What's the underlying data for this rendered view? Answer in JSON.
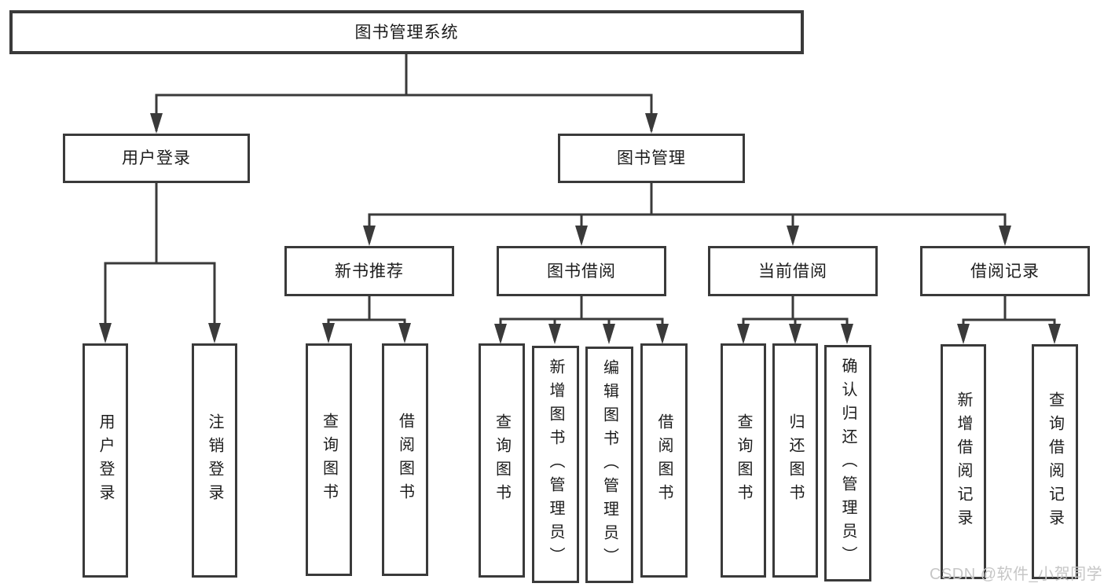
{
  "diagram_title": "图书管理系统",
  "tree": {
    "label": "图书管理系统",
    "children": [
      {
        "label": "用户登录",
        "children": [
          {
            "label": "用户登录"
          },
          {
            "label": "注销登录"
          }
        ]
      },
      {
        "label": "图书管理",
        "children": [
          {
            "label": "新书推荐",
            "children": [
              {
                "label": "查询图书"
              },
              {
                "label": "借阅图书"
              }
            ]
          },
          {
            "label": "图书借阅",
            "children": [
              {
                "label": "查询图书"
              },
              {
                "label": "新增图书（管理员）"
              },
              {
                "label": "编辑图书（管理员）"
              },
              {
                "label": "借阅图书"
              }
            ]
          },
          {
            "label": "当前借阅",
            "children": [
              {
                "label": "查询图书"
              },
              {
                "label": "归还图书"
              },
              {
                "label": "确认归还（管理员）"
              }
            ]
          },
          {
            "label": "借阅记录",
            "children": [
              {
                "label": "新增借阅记录"
              },
              {
                "label": "查询借阅记录"
              }
            ]
          }
        ]
      }
    ]
  },
  "watermark": {
    "text": "CSDN @软件_小贺同学"
  },
  "colors": {
    "line": "#3a3a3a",
    "box_border": "#3a3a3a",
    "text": "#1c1c1c",
    "background": "#ffffff",
    "watermark": "#c6c6c6"
  }
}
